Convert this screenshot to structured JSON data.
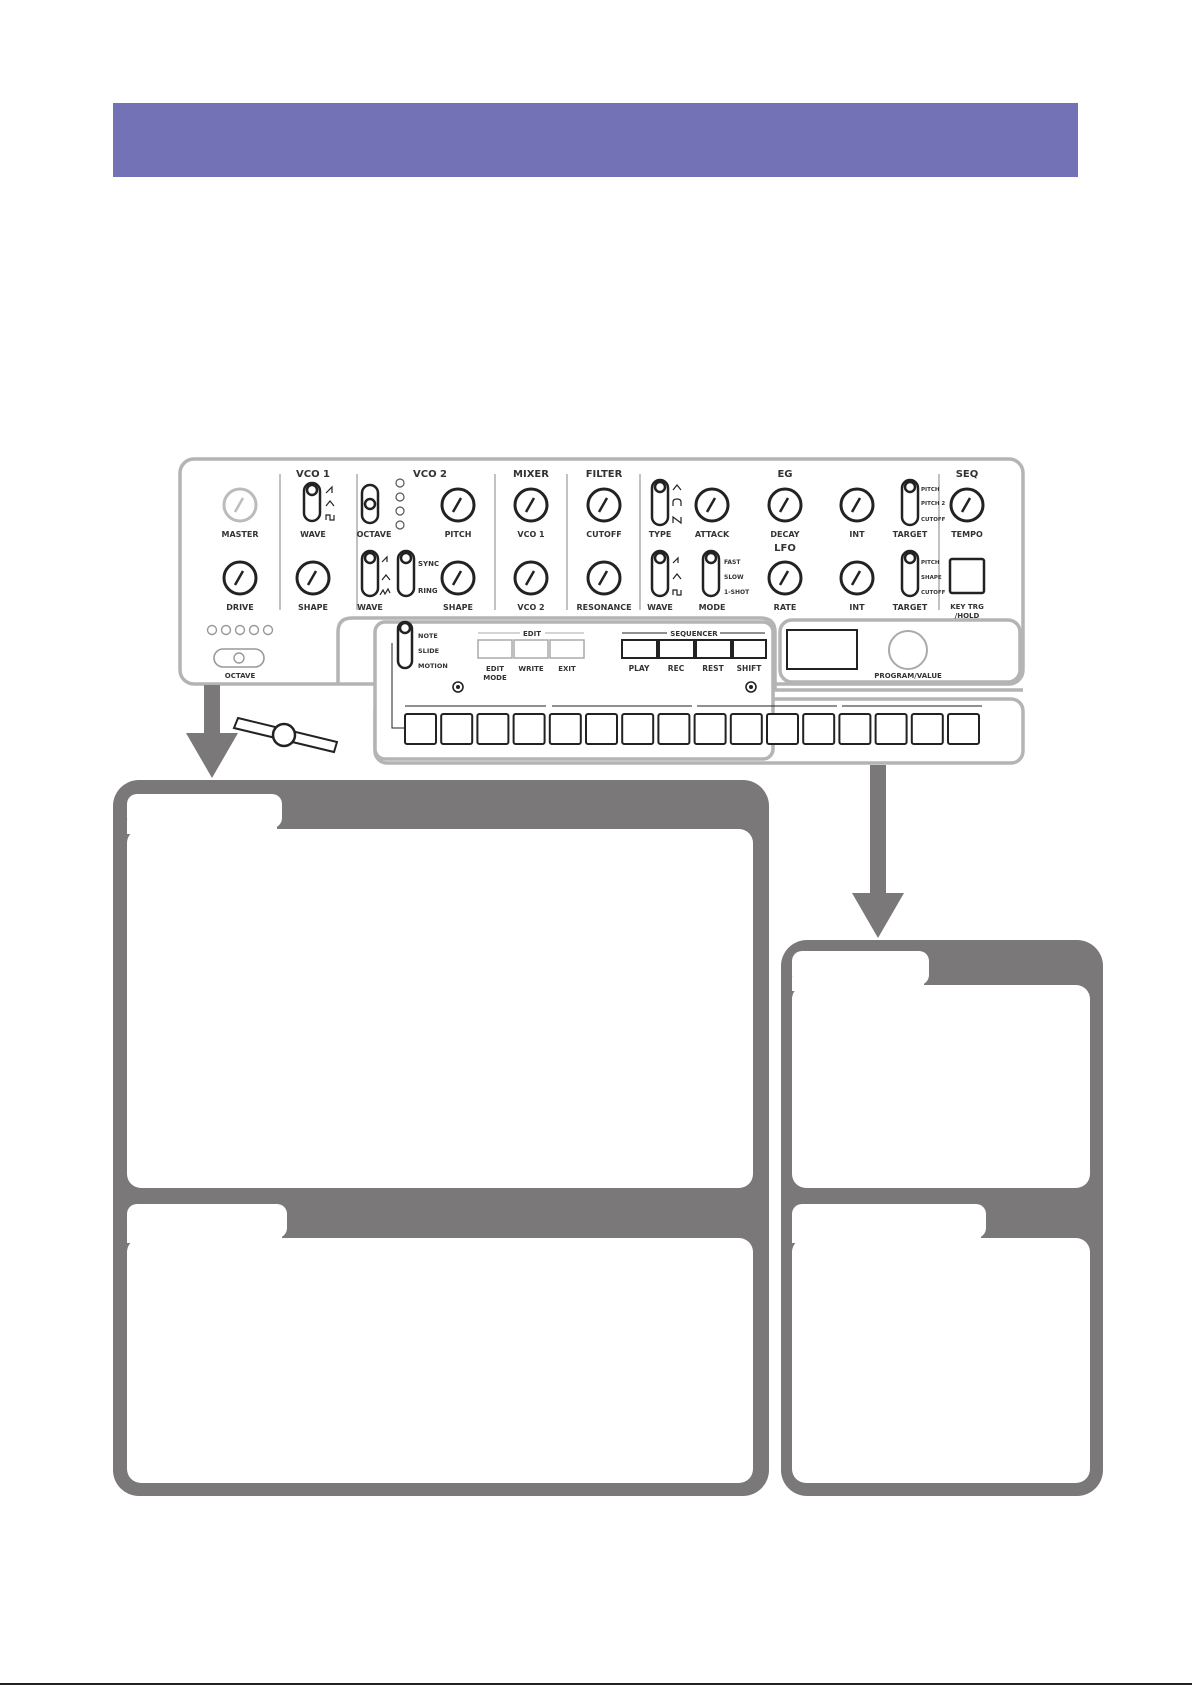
{
  "header": {
    "title": ""
  },
  "vco1": {
    "title": "VCO 1",
    "wave": "WAVE",
    "shape": "SHAPE"
  },
  "master": {
    "master": "MASTER",
    "drive": "DRIVE",
    "octave": "OCTAVE"
  },
  "vco2": {
    "title": "VCO 2",
    "octave": "OCTAVE",
    "pitch": "PITCH",
    "wave": "WAVE",
    "shape": "SHAPE",
    "sync": "SYNC",
    "ring": "RING"
  },
  "mixer": {
    "title": "MIXER",
    "vco1": "VCO 1",
    "vco2": "VCO 2"
  },
  "filter": {
    "title": "FILTER",
    "cutoff": "CUTOFF",
    "resonance": "RESONANCE"
  },
  "eg": {
    "title": "EG",
    "type": "TYPE",
    "attack": "ATTACK",
    "decay": "DECAY",
    "int": "INT",
    "target": "TARGET",
    "target_options": [
      "PITCH",
      "PITCH 2",
      "CUTOFF"
    ]
  },
  "lfo": {
    "title": "LFO",
    "wave": "WAVE",
    "mode": "MODE",
    "rate": "RATE",
    "int": "INT",
    "target": "TARGET",
    "mode_options": [
      "FAST",
      "SLOW",
      "1-SHOT"
    ],
    "target_options": [
      "PITCH",
      "SHAPE",
      "CUTOFF"
    ]
  },
  "seq": {
    "title": "SEQ",
    "tempo": "TEMPO",
    "key_trg": "KEY TRG",
    "hold": "/HOLD"
  },
  "motion": {
    "options": [
      "NOTE",
      "SLIDE",
      "MOTION"
    ]
  },
  "edit": {
    "title": "EDIT",
    "buttons": [
      "EDIT",
      "WRITE",
      "EXIT"
    ],
    "edit_mode_sub": "MODE"
  },
  "sequencer": {
    "title": "SEQUENCER",
    "buttons": [
      "PLAY",
      "REC",
      "REST",
      "SHIFT"
    ]
  },
  "program": {
    "label": "PROGRAM/VALUE"
  },
  "colors": {
    "accent": "#7472b6",
    "frame": "#7a7878",
    "panel_line": "#b0b0b0"
  },
  "page_number": ""
}
